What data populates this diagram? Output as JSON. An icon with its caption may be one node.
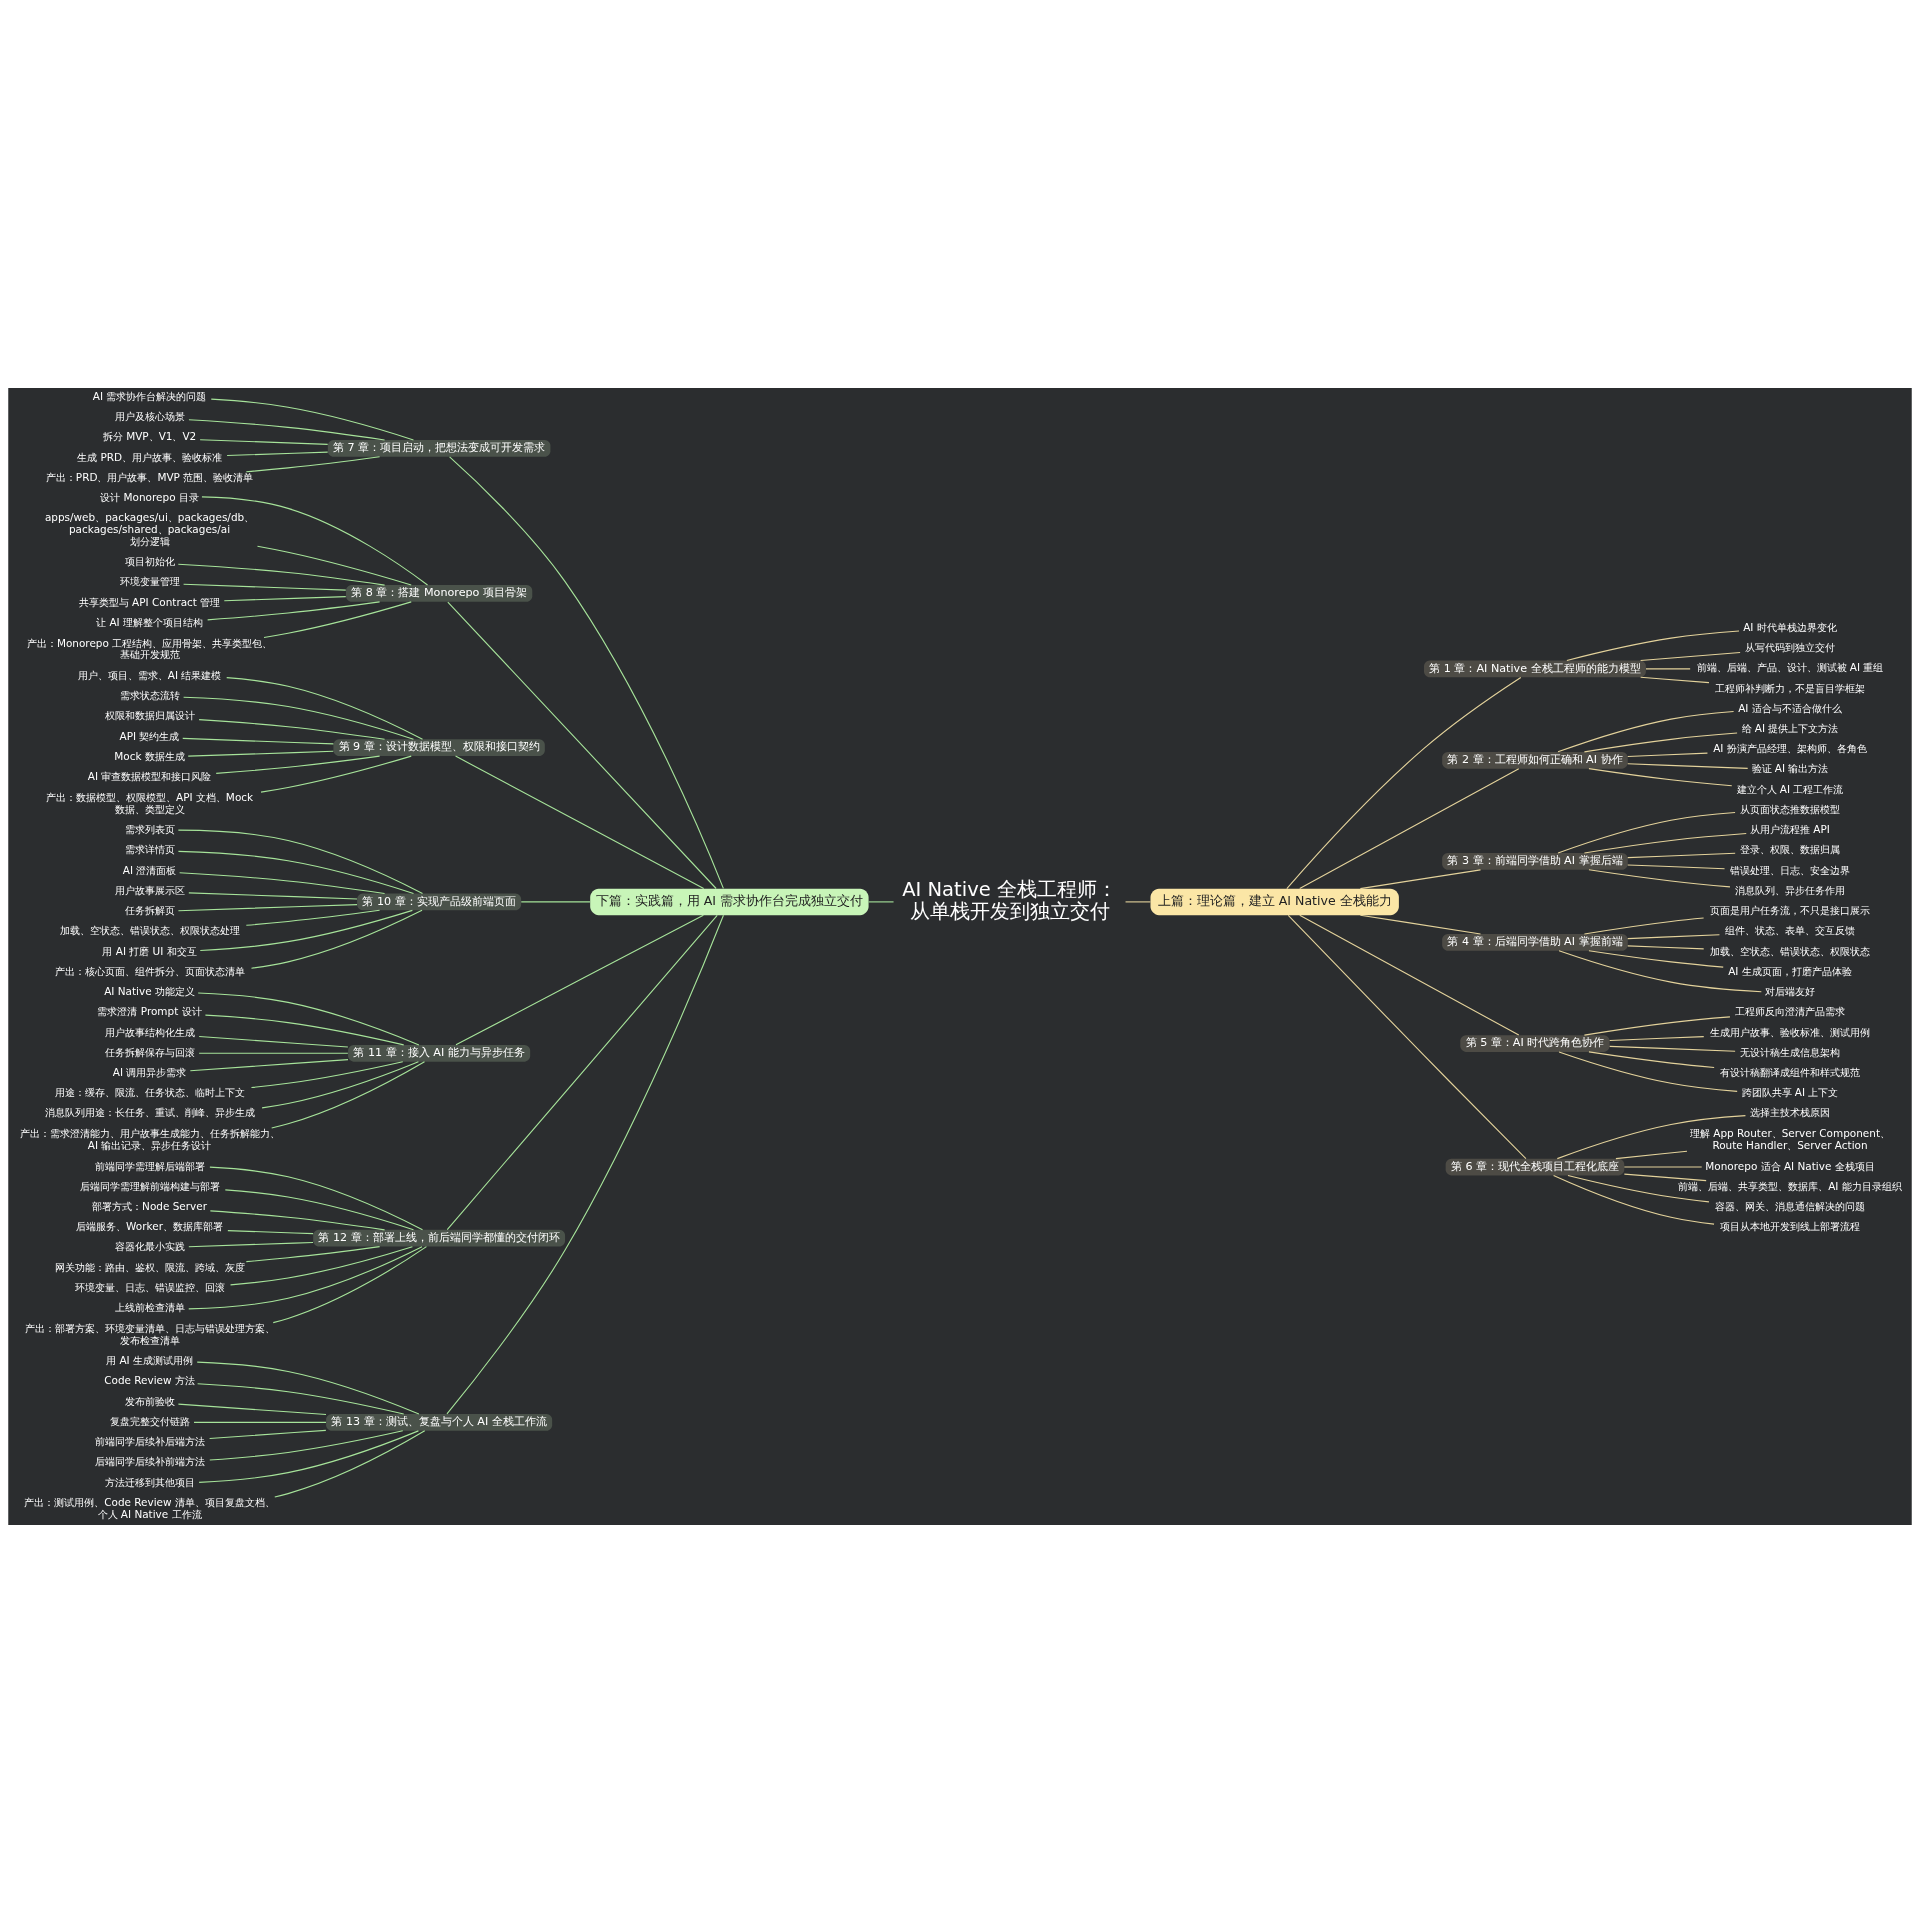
{
  "diagram": {
    "nodes": [
      {
        "text": [
          "AI Native 全栈工程师：从单栈开发到独立交付"
        ]
      },
      {
        "text": [
          "上篇：理论篇，建立 AI Native 全栈能力"
        ]
      },
      {
        "text": [
          "下篇：实践篇，用 AI 需求协作台完成独立交付"
        ]
      },
      {
        "text": [
          "第 1 章：AI Native 全栈工程师的能力模型"
        ]
      },
      {
        "text": [
          "AI 时代单栈边界变化"
        ]
      },
      {
        "text": [
          "从写代码到独立交付"
        ]
      },
      {
        "text": [
          "前端、后端、产品、设计、测试被 AI 重组"
        ]
      },
      {
        "text": [
          "工程师补判断力，不是盲目学框架"
        ]
      },
      {
        "text": [
          "第 2 章：工程师如何正确和 AI 协作"
        ]
      },
      {
        "text": [
          "AI 适合与不适合做什么"
        ]
      },
      {
        "text": [
          "给 AI 提供上下文方法"
        ]
      },
      {
        "text": [
          "AI 扮演产品经理、架构师、各角色"
        ]
      },
      {
        "text": [
          "验证 AI 输出方法"
        ]
      },
      {
        "text": [
          "建立个人 AI 工程工作流"
        ]
      },
      {
        "text": [
          "第 3 章：前端同学借助 AI 掌握后端"
        ]
      },
      {
        "text": [
          "从页面状态推数据模型"
        ]
      },
      {
        "text": [
          "从用户流程推 API"
        ]
      },
      {
        "text": [
          "登录、权限、数据归属"
        ]
      },
      {
        "text": [
          "错误处理、日志、安全边界"
        ]
      },
      {
        "text": [
          "消息队列、异步任务作用"
        ]
      },
      {
        "text": [
          "第 4 章：后端同学借助 AI 掌握前端"
        ]
      },
      {
        "text": [
          "页面是用户任务流，不只是接口展示"
        ]
      },
      {
        "text": [
          "组件、状态、表单、交互反馈"
        ]
      },
      {
        "text": [
          "加载、空状态、错误状态、权限状态"
        ]
      },
      {
        "text": [
          "AI 生成页面，打磨产品体验"
        ]
      },
      {
        "text": [
          "对后端友好"
        ]
      },
      {
        "text": [
          "第 5 章：AI 时代跨角色协作"
        ]
      },
      {
        "text": [
          "工程师反向澄清产品需求"
        ]
      },
      {
        "text": [
          "生成用户故事、验收标准、测试用例"
        ]
      },
      {
        "text": [
          "无设计稿生成信息架构"
        ]
      },
      {
        "text": [
          "有设计稿翻译成组件和样式规范"
        ]
      },
      {
        "text": [
          "跨团队共享 AI 上下文"
        ]
      },
      {
        "text": [
          "第 6 章：现代全栈项目工程化底座"
        ]
      },
      {
        "text": [
          "选择主技术栈原因"
        ]
      },
      {
        "text": [
          "理解 App Router、Server Component、Route Handler、Server Action"
        ]
      },
      {
        "text": [
          "Monorepo 适合 AI Native 全栈项目"
        ]
      },
      {
        "text": [
          "前端、后端、共享类型、数据库、AI 能力目录组织"
        ]
      },
      {
        "text": [
          "容器、网关、消息通信解决的问题"
        ]
      },
      {
        "text": [
          "项目从本地开发到线上部署流程"
        ]
      },
      {
        "text": [
          "第 7 章：项目启动，把想法变成可开发需求"
        ]
      },
      {
        "text": [
          "AI 需求协作台解决的问题"
        ]
      },
      {
        "text": [
          "用户及核心场景"
        ]
      },
      {
        "text": [
          "拆分 MVP、V1、V2"
        ]
      },
      {
        "text": [
          "生成 PRD、用户故事、验收标准"
        ]
      },
      {
        "text": [
          "产出：PRD、用户故事、MVP 范围、验收清单"
        ]
      },
      {
        "text": [
          "第 8 章：搭建 Monorepo 项目骨架"
        ]
      },
      {
        "text": [
          "设计 Monorepo 目录"
        ]
      },
      {
        "text": [
          "apps/web、packages/ui、packages/db、packages/shared、packages/ai 划分逻辑"
        ]
      },
      {
        "text": [
          "项目初始化"
        ]
      },
      {
        "text": [
          "环境变量管理"
        ]
      },
      {
        "text": [
          "共享类型与 API Contract 管理"
        ]
      },
      {
        "text": [
          "让 AI 理解整个项目结构"
        ]
      },
      {
        "text": [
          "产出：Monorepo 工程结构、应用骨架、共享类型包、基础开发规范"
        ]
      },
      {
        "text": [
          "第 9 章：设计数据模型、权限和接口契约"
        ]
      },
      {
        "text": [
          "用户、项目、需求、AI 结果建模"
        ]
      },
      {
        "text": [
          "需求状态流转"
        ]
      },
      {
        "text": [
          "权限和数据归属设计"
        ]
      },
      {
        "text": [
          "API 契约生成"
        ]
      },
      {
        "text": [
          "Mock 数据生成"
        ]
      },
      {
        "text": [
          "AI 审查数据模型和接口风险"
        ]
      },
      {
        "text": [
          "产出：数据模型、权限模型、API 文档、Mock 数据、类型定义"
        ]
      },
      {
        "text": [
          "第 10 章：实现产品级前端页面"
        ]
      },
      {
        "text": [
          "需求列表页"
        ]
      },
      {
        "text": [
          "需求详情页"
        ]
      },
      {
        "text": [
          "AI 澄清面板"
        ]
      },
      {
        "text": [
          "用户故事展示区"
        ]
      },
      {
        "text": [
          "任务拆解页"
        ]
      },
      {
        "text": [
          "加载、空状态、错误状态、权限状态处理"
        ]
      },
      {
        "text": [
          "用 AI 打磨 UI 和交互"
        ]
      },
      {
        "text": [
          "产出：核心页面、组件拆分、页面状态清单"
        ]
      },
      {
        "text": [
          "第 11 章：接入 AI 能力与异步任务"
        ]
      },
      {
        "text": [
          "AI Native 功能定义"
        ]
      },
      {
        "text": [
          "需求澄清 Prompt 设计"
        ]
      },
      {
        "text": [
          "用户故事结构化生成"
        ]
      },
      {
        "text": [
          "任务拆解保存与回滚"
        ]
      },
      {
        "text": [
          "AI 调用异步需求"
        ]
      },
      {
        "text": [
          "用途：缓存、限流、任务状态、临时上下文"
        ]
      },
      {
        "text": [
          "消息队列用途：长任务、重试、削峰、异步生成"
        ]
      },
      {
        "text": [
          "产出：需求澄清能力、用户故事生成能力、任务拆解能力、AI 输出记录、异步任务设计"
        ]
      },
      {
        "text": [
          "第 12 章：部署上线，前后端同学都懂的交付闭环"
        ]
      },
      {
        "text": [
          "前端同学需理解后端部署"
        ]
      },
      {
        "text": [
          "后端同学需理解前端构建与部署"
        ]
      },
      {
        "text": [
          "部署方式：Node Server"
        ]
      },
      {
        "text": [
          "后端服务、Worker、数据库部署"
        ]
      },
      {
        "text": [
          "容器化最小实践"
        ]
      },
      {
        "text": [
          "网关功能：路由、鉴权、限流、跨域、灰度"
        ]
      },
      {
        "text": [
          "环境变量、日志、错误监控、回滚"
        ]
      },
      {
        "text": [
          "上线前检查清单"
        ]
      },
      {
        "text": [
          "产出：部署方案、环境变量清单、日志与错误处理方案、发布检查清单"
        ]
      },
      {
        "text": [
          "第 13 章：测试、复盘与个人 AI 全栈工作流"
        ]
      },
      {
        "text": [
          "用 AI 生成测试用例"
        ]
      },
      {
        "text": [
          "Code Review 方法"
        ]
      },
      {
        "text": [
          "发布前验收"
        ]
      },
      {
        "text": [
          "复盘完整交付链路"
        ]
      },
      {
        "text": [
          "前端同学后续补后端方法"
        ]
      },
      {
        "text": [
          "后端同学后续补前端方法"
        ]
      },
      {
        "text": [
          "方法迁移到其他项目"
        ]
      },
      {
        "text": [
          "产出：测试用例、Code Review 清单、项目复盘文档、个人 AI Native 工作流"
        ]
      }
    ],
    "edges": [
      {
        "from": 0,
        "to": 1,
        "arrow": "none",
        "color": "#e3d29b"
      },
      {
        "from": 0,
        "to": 2,
        "arrow": "none"
      },
      {
        "from": 1,
        "to": 3,
        "arrow": "none",
        "color": "#e3d29b"
      },
      {
        "from": 3,
        "to": 4,
        "arrow": "none",
        "color": "#e3d29b"
      },
      {
        "from": 3,
        "to": 5,
        "arrow": "none",
        "color": "#e3d29b"
      },
      {
        "from": 3,
        "to": 6,
        "arrow": "none",
        "color": "#e3d29b"
      },
      {
        "from": 3,
        "to": 7,
        "arrow": "none",
        "color": "#e3d29b"
      },
      {
        "from": 1,
        "to": 8,
        "arrow": "none",
        "color": "#e3d29b"
      },
      {
        "from": 8,
        "to": 9,
        "arrow": "none",
        "color": "#e3d29b"
      },
      {
        "from": 8,
        "to": 10,
        "arrow": "none",
        "color": "#e3d29b"
      },
      {
        "from": 8,
        "to": 11,
        "arrow": "none",
        "color": "#e3d29b"
      },
      {
        "from": 8,
        "to": 12,
        "arrow": "none",
        "color": "#e3d29b"
      },
      {
        "from": 8,
        "to": 13,
        "arrow": "none",
        "color": "#e3d29b"
      },
      {
        "from": 1,
        "to": 14,
        "arrow": "none",
        "color": "#e3d29b"
      },
      {
        "from": 14,
        "to": 15,
        "arrow": "none",
        "color": "#e3d29b"
      },
      {
        "from": 14,
        "to": 16,
        "arrow": "none",
        "color": "#e3d29b"
      },
      {
        "from": 14,
        "to": 17,
        "arrow": "none",
        "color": "#e3d29b"
      },
      {
        "from": 14,
        "to": 18,
        "arrow": "none",
        "color": "#e3d29b"
      },
      {
        "from": 14,
        "to": 19,
        "arrow": "none",
        "color": "#e3d29b"
      },
      {
        "from": 1,
        "to": 20,
        "arrow": "none",
        "color": "#e3d29b"
      },
      {
        "from": 20,
        "to": 21,
        "arrow": "none",
        "color": "#e3d29b"
      },
      {
        "from": 20,
        "to": 22,
        "arrow": "none",
        "color": "#e3d29b"
      },
      {
        "from": 20,
        "to": 23,
        "arrow": "none",
        "color": "#e3d29b"
      },
      {
        "from": 20,
        "to": 24,
        "arrow": "none",
        "color": "#e3d29b"
      },
      {
        "from": 20,
        "to": 25,
        "arrow": "none",
        "color": "#e3d29b"
      },
      {
        "from": 1,
        "to": 26,
        "arrow": "none",
        "color": "#e3d29b"
      },
      {
        "from": 26,
        "to": 27,
        "arrow": "none",
        "color": "#e3d29b"
      },
      {
        "from": 26,
        "to": 28,
        "arrow": "none",
        "color": "#e3d29b"
      },
      {
        "from": 26,
        "to": 29,
        "arrow": "none",
        "color": "#e3d29b"
      },
      {
        "from": 26,
        "to": 30,
        "arrow": "none",
        "color": "#e3d29b"
      },
      {
        "from": 26,
        "to": 31,
        "arrow": "none",
        "color": "#e3d29b"
      },
      {
        "from": 1,
        "to": 32,
        "arrow": "none",
        "color": "#e3d29b"
      },
      {
        "from": 32,
        "to": 33,
        "arrow": "none",
        "color": "#e3d29b"
      },
      {
        "from": 32,
        "to": 34,
        "arrow": "none",
        "color": "#e3d29b"
      },
      {
        "from": 32,
        "to": 35,
        "arrow": "none",
        "color": "#e3d29b"
      },
      {
        "from": 32,
        "to": 36,
        "arrow": "none",
        "color": "#e3d29b"
      },
      {
        "from": 32,
        "to": 37,
        "arrow": "none",
        "color": "#e3d29b"
      },
      {
        "from": 32,
        "to": 38,
        "arrow": "none",
        "color": "#e3d29b"
      },
      {
        "from": 2,
        "to": 39,
        "arrow": "none"
      },
      {
        "from": 39,
        "to": 40,
        "arrow": "none"
      },
      {
        "from": 39,
        "to": 41,
        "arrow": "none"
      },
      {
        "from": 39,
        "to": 42,
        "arrow": "none"
      },
      {
        "from": 39,
        "to": 43,
        "arrow": "none"
      },
      {
        "from": 39,
        "to": 44,
        "arrow": "none"
      },
      {
        "from": 2,
        "to": 45,
        "arrow": "none"
      },
      {
        "from": 45,
        "to": 46,
        "arrow": "none"
      },
      {
        "from": 45,
        "to": 47,
        "arrow": "none"
      },
      {
        "from": 45,
        "to": 48,
        "arrow": "none"
      },
      {
        "from": 45,
        "to": 49,
        "arrow": "none"
      },
      {
        "from": 45,
        "to": 50,
        "arrow": "none"
      },
      {
        "from": 45,
        "to": 51,
        "arrow": "none"
      },
      {
        "from": 45,
        "to": 52,
        "arrow": "none"
      },
      {
        "from": 2,
        "to": 53,
        "arrow": "none"
      },
      {
        "from": 53,
        "to": 54,
        "arrow": "none"
      },
      {
        "from": 53,
        "to": 55,
        "arrow": "none"
      },
      {
        "from": 53,
        "to": 56,
        "arrow": "none"
      },
      {
        "from": 53,
        "to": 57,
        "arrow": "none"
      },
      {
        "from": 53,
        "to": 58,
        "arrow": "none"
      },
      {
        "from": 53,
        "to": 59,
        "arrow": "none"
      },
      {
        "from": 53,
        "to": 60,
        "arrow": "none"
      },
      {
        "from": 2,
        "to": 61,
        "arrow": "none"
      },
      {
        "from": 61,
        "to": 62,
        "arrow": "none"
      },
      {
        "from": 61,
        "to": 63,
        "arrow": "none"
      },
      {
        "from": 61,
        "to": 64,
        "arrow": "none"
      },
      {
        "from": 61,
        "to": 65,
        "arrow": "none"
      },
      {
        "from": 61,
        "to": 66,
        "arrow": "none"
      },
      {
        "from": 61,
        "to": 67,
        "arrow": "none"
      },
      {
        "from": 61,
        "to": 68,
        "arrow": "none"
      },
      {
        "from": 61,
        "to": 69,
        "arrow": "none"
      },
      {
        "from": 2,
        "to": 70,
        "arrow": "none"
      },
      {
        "from": 70,
        "to": 71,
        "arrow": "none"
      },
      {
        "from": 70,
        "to": 72,
        "arrow": "none"
      },
      {
        "from": 70,
        "to": 73,
        "arrow": "none"
      },
      {
        "from": 70,
        "to": 74,
        "arrow": "none"
      },
      {
        "from": 70,
        "to": 75,
        "arrow": "none"
      },
      {
        "from": 70,
        "to": 76,
        "arrow": "none"
      },
      {
        "from": 70,
        "to": 77,
        "arrow": "none"
      },
      {
        "from": 70,
        "to": 78,
        "arrow": "none"
      },
      {
        "from": 2,
        "to": 79,
        "arrow": "none"
      },
      {
        "from": 79,
        "to": 80,
        "arrow": "none"
      },
      {
        "from": 79,
        "to": 81,
        "arrow": "none"
      },
      {
        "from": 79,
        "to": 82,
        "arrow": "none"
      },
      {
        "from": 79,
        "to": 83,
        "arrow": "none"
      },
      {
        "from": 79,
        "to": 84,
        "arrow": "none"
      },
      {
        "from": 79,
        "to": 85,
        "arrow": "none"
      },
      {
        "from": 79,
        "to": 86,
        "arrow": "none"
      },
      {
        "from": 79,
        "to": 87,
        "arrow": "none"
      },
      {
        "from": 79,
        "to": 88,
        "arrow": "none"
      },
      {
        "from": 2,
        "to": 89,
        "arrow": "none"
      },
      {
        "from": 89,
        "to": 90,
        "arrow": "none"
      },
      {
        "from": 89,
        "to": 91,
        "arrow": "none"
      },
      {
        "from": 89,
        "to": 92,
        "arrow": "none"
      },
      {
        "from": 89,
        "to": 93,
        "arrow": "none"
      },
      {
        "from": 89,
        "to": 94,
        "arrow": "none"
      },
      {
        "from": 89,
        "to": 95,
        "arrow": "none"
      },
      {
        "from": 89,
        "to": 96,
        "arrow": "none"
      },
      {
        "from": 89,
        "to": 97,
        "arrow": "none"
      }
    ]
  }
}
